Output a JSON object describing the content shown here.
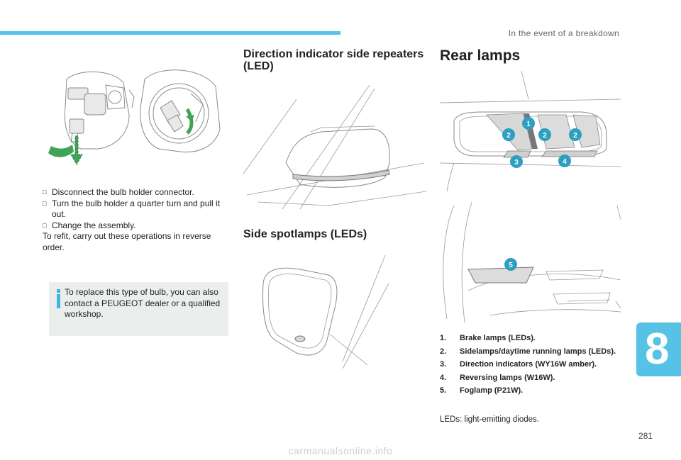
{
  "header": {
    "section_title": "In the event of a breakdown"
  },
  "col1": {
    "steps": [
      "Disconnect the bulb holder connector.",
      "Turn the bulb holder a quarter turn and pull it out.",
      "Change the assembly."
    ],
    "refit_text": "To refit, carry out these operations in reverse order.",
    "note": "To replace this type of bulb, you can also contact a PEUGEOT dealer or a qualified workshop."
  },
  "col2": {
    "heading1": "Direction indicator side repeaters (LED)",
    "heading2": "Side spotlamps (LEDs)"
  },
  "col3": {
    "heading": "Rear lamps",
    "legend": [
      {
        "num": "1.",
        "text": "Brake lamps (LEDs)."
      },
      {
        "num": "2.",
        "text": "Sidelamps/daytime running lamps (LEDs)."
      },
      {
        "num": "3.",
        "text": "Direction indicators (WY16W amber)."
      },
      {
        "num": "4.",
        "text": "Reversing lamps (W16W)."
      },
      {
        "num": "5.",
        "text": "Foglamp (P21W)."
      }
    ],
    "footnote": "LEDs: light-emitting diodes.",
    "badges": {
      "b1": "1",
      "b2": "2",
      "b3": "3",
      "b4": "4",
      "b5": "5"
    }
  },
  "chapter_number": "8",
  "page_number": "281",
  "watermark": "carmanualsonline.info",
  "colors": {
    "accent": "#56c3e6",
    "badge": "#2e9fc0",
    "note_bg": "#eceeee"
  },
  "icons": {
    "bullet": "checkbox-bullet-icon",
    "info": "info-icon"
  }
}
